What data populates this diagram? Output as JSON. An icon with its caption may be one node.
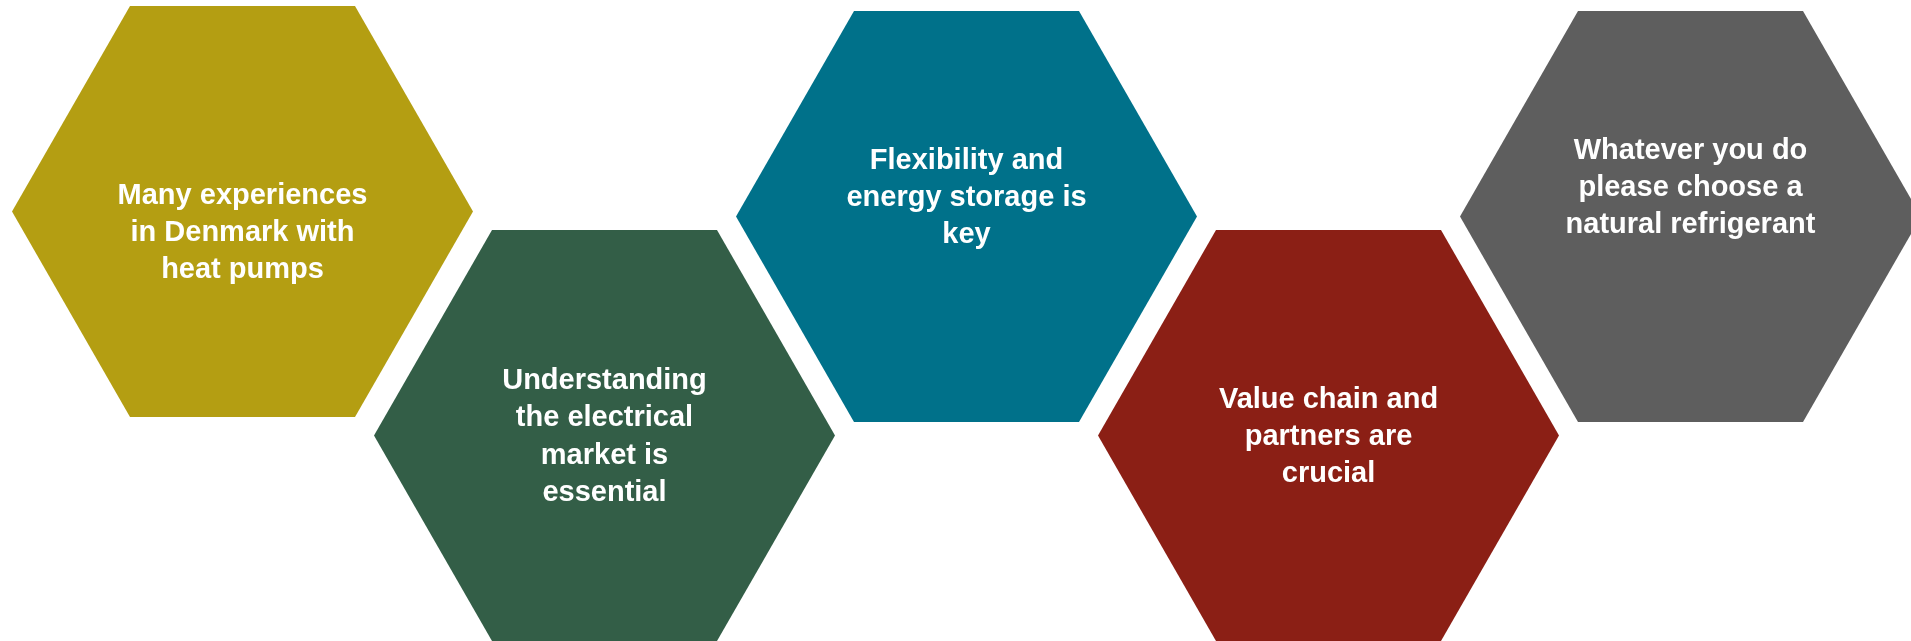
{
  "diagram": {
    "nodes": [
      {
        "text": [
          "Many experiences in Denmark with heat pumps"
        ]
      },
      {
        "text": [
          "Understanding the electrical market is essential"
        ]
      },
      {
        "text": [
          "Flexibility and energy storage is key"
        ]
      },
      {
        "text": [
          "Value chain and partners are crucial"
        ]
      },
      {
        "text": [
          "Whatever you do please choose a natural refrigerant"
        ]
      }
    ]
  }
}
